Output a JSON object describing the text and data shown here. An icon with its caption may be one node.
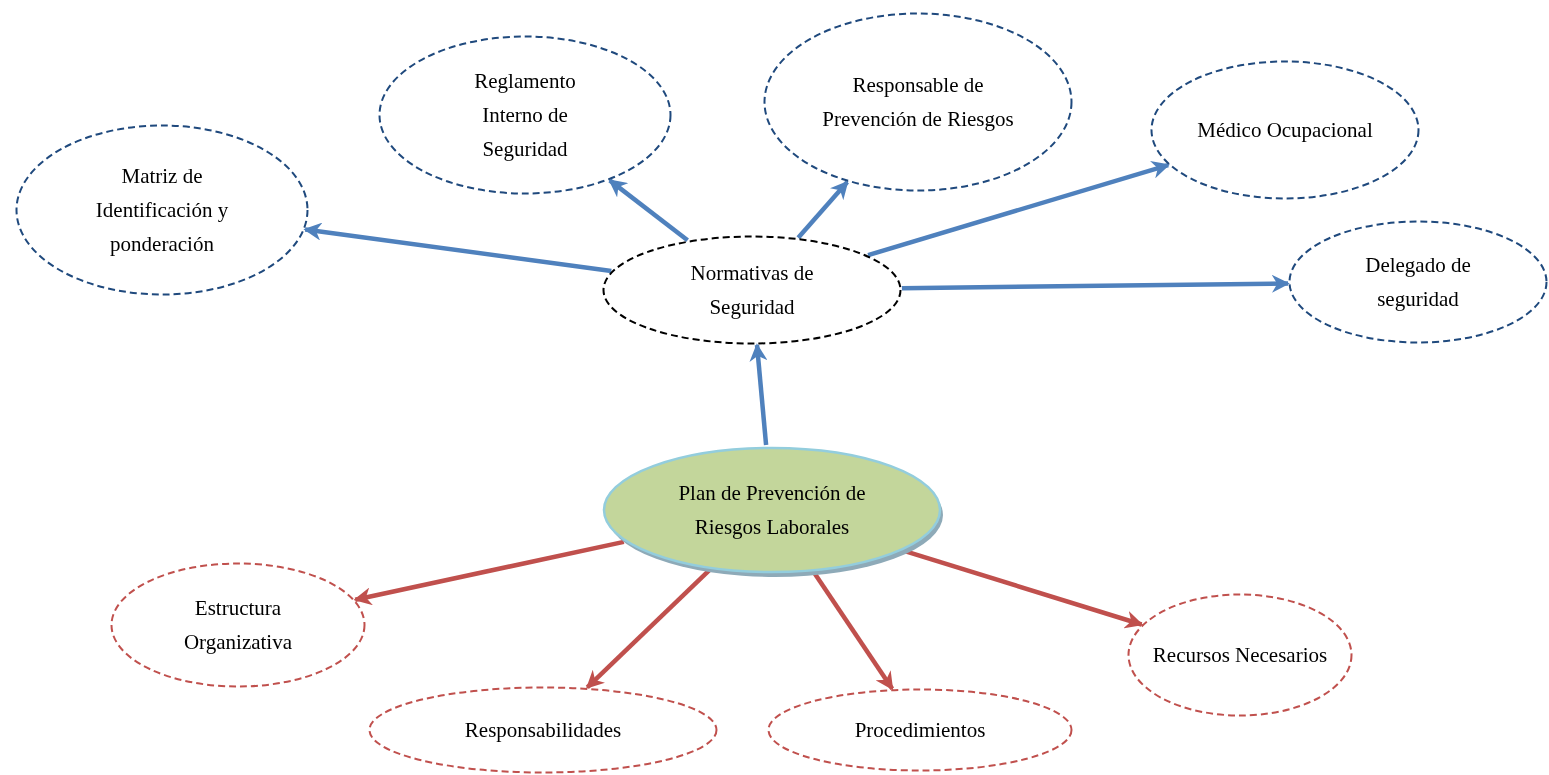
{
  "diagram": {
    "nodes": [
      {
        "text": [
          "Plan de Prevención de Riesgos Laborales"
        ]
      },
      {
        "text": [
          "Normativas de Seguridad"
        ]
      },
      {
        "text": [
          "Matriz de Identificación y ponderación"
        ]
      },
      {
        "text": [
          "Reglamento Interno de Seguridad"
        ]
      },
      {
        "text": [
          "Responsable de Prevención de Riesgos"
        ]
      },
      {
        "text": [
          "Médico Ocupacional"
        ]
      },
      {
        "text": [
          "Delegado de seguridad"
        ]
      },
      {
        "text": [
          "Estructura Organizativa"
        ]
      },
      {
        "text": [
          "Responsabilidades"
        ]
      },
      {
        "text": [
          "Procedimientos"
        ]
      },
      {
        "text": [
          "Recursos Necesarios"
        ]
      }
    ],
    "edges": [
      {
        "from": 0,
        "to": 1,
        "arrow": "to"
      },
      {
        "from": 1,
        "to": 2,
        "arrow": "to"
      },
      {
        "from": 1,
        "to": 3,
        "arrow": "to"
      },
      {
        "from": 1,
        "to": 4,
        "arrow": "to"
      },
      {
        "from": 1,
        "to": 5,
        "arrow": "to"
      },
      {
        "from": 1,
        "to": 6,
        "arrow": "to"
      },
      {
        "from": 0,
        "to": 7,
        "arrow": "to",
        "color": "#c0504d"
      },
      {
        "from": 0,
        "to": 8,
        "arrow": "to",
        "color": "#c0504d"
      },
      {
        "from": 0,
        "to": 9,
        "arrow": "to",
        "color": "#c0504d"
      },
      {
        "from": 0,
        "to": 10,
        "arrow": "to",
        "color": "#c0504d"
      }
    ]
  }
}
